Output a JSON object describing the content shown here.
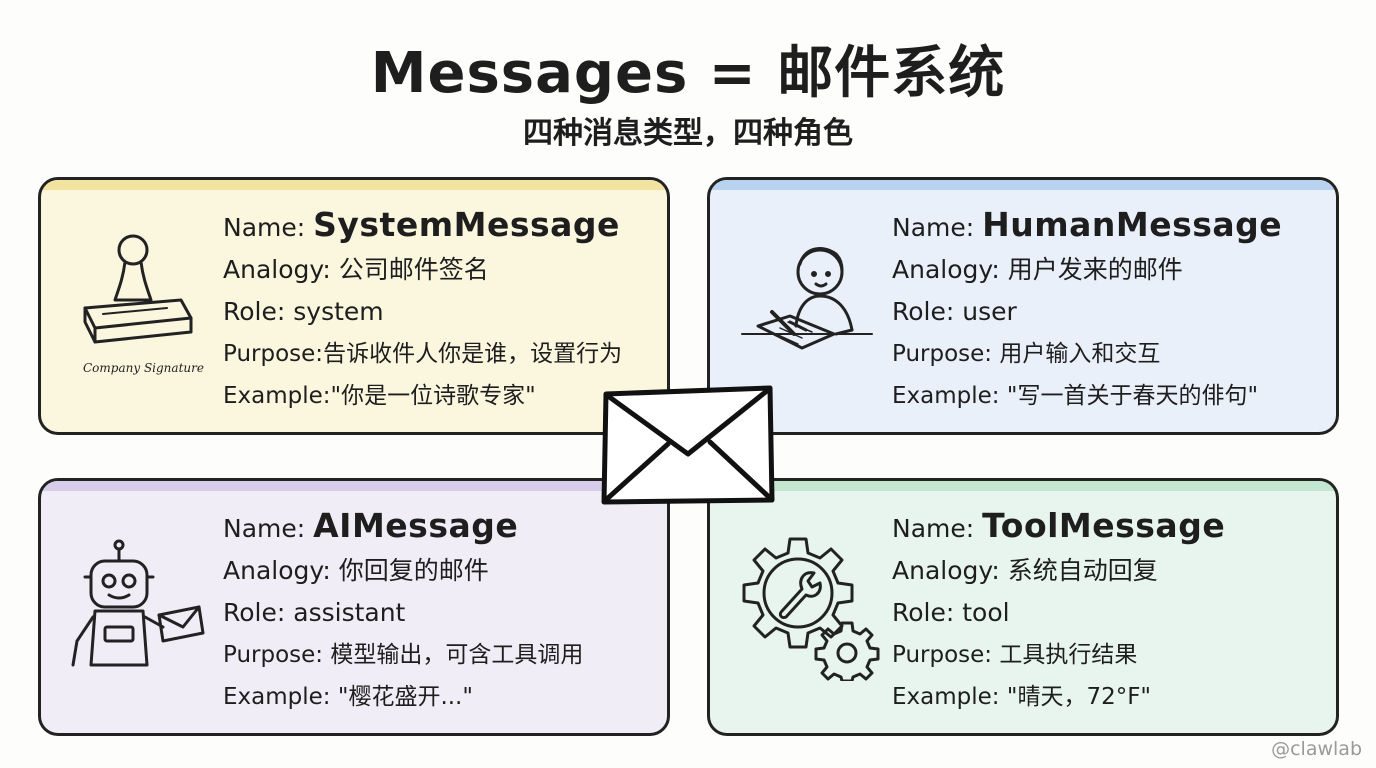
{
  "title": "Messages = 邮件系统",
  "subtitle": "四种消息类型，四种角色",
  "cards": {
    "system": {
      "name_label": "Name:",
      "name": "SystemMessage",
      "analogy_label": "Analogy:",
      "analogy": "公司邮件签名",
      "role_label": "Role:",
      "role": "system",
      "purpose_label": "Purpose:",
      "purpose": "告诉收件人你是谁，设置行为",
      "example_label": "Example:",
      "example": "\"你是一位诗歌专家\"",
      "icon": "stamp-icon",
      "icon_caption": "Company Signature",
      "color": "#fbf6de"
    },
    "human": {
      "name_label": "Name:",
      "name": "HumanMessage",
      "analogy_label": "Analogy:",
      "analogy": "用户发来的邮件",
      "role_label": "Role:",
      "role": "user",
      "purpose_label": "Purpose:",
      "purpose": "用户输入和交互",
      "example_label": "Example:",
      "example": "\"写一首关于春天的俳句\"",
      "icon": "person-writing-icon",
      "color": "#eaf0fa"
    },
    "ai": {
      "name_label": "Name:",
      "name": "AIMessage",
      "analogy_label": "Analogy:",
      "analogy": "你回复的邮件",
      "role_label": "Role:",
      "role": "assistant",
      "purpose_label": "Purpose:",
      "purpose": "模型输出，可含工具调用",
      "example_label": "Example:",
      "example": "\"樱花盛开...\"",
      "icon": "robot-icon",
      "color": "#f1edf7"
    },
    "tool": {
      "name_label": "Name:",
      "name": "ToolMessage",
      "analogy_label": "Analogy:",
      "analogy": "系统自动回复",
      "role_label": "Role:",
      "role": "tool",
      "purpose_label": "Purpose:",
      "purpose": "工具执行结果",
      "example_label": "Example:",
      "example": "\"晴天，72°F\"",
      "icon": "gear-wrench-icon",
      "color": "#e8f5ee"
    }
  },
  "center_icon": "envelope-icon",
  "watermark": "@clawlab"
}
